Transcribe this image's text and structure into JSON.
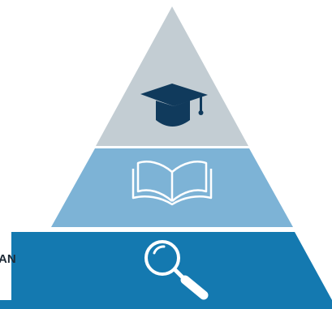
{
  "pyramid": {
    "levels": [
      {
        "name": "top",
        "icon": "graduation-cap-icon",
        "color": "#c3cdd3",
        "icon_color": "#103a5c"
      },
      {
        "name": "middle",
        "icon": "open-book-icon",
        "color": "#7db3d6",
        "icon_color": "#ffffff"
      },
      {
        "name": "bottom",
        "icon": "magnifying-glass-icon",
        "color": "#1479b0",
        "icon_color": "#ffffff"
      }
    ]
  },
  "side_label": {
    "text": "AN"
  }
}
